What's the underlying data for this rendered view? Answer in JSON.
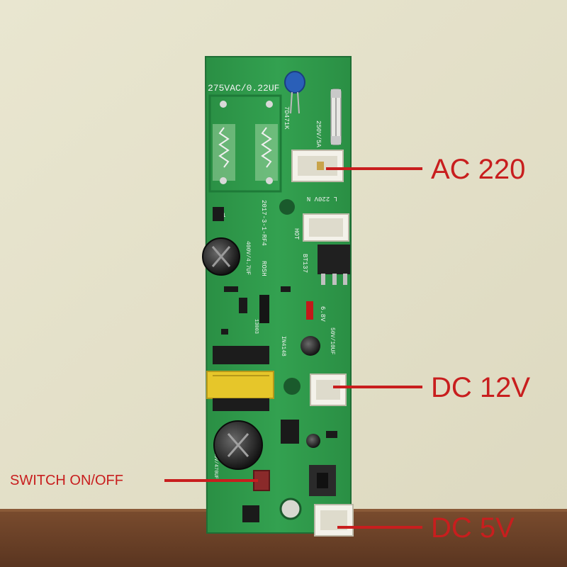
{
  "photo": {
    "callouts": {
      "ac": "AC 220",
      "dc12": "DC 12V",
      "dc5": "DC 5V",
      "switch": "SWITCH ON/OFF"
    },
    "silkscreen": {
      "capacitor_rating": "275VAC/0.22UF",
      "fuse_rating": "250V/5A",
      "varistor": "7D471K",
      "input_header": "L 220V N",
      "board_date": "2017-3-1-RF4",
      "rosh": "ROSH",
      "hot_label": "HOT",
      "triac": "BT137",
      "cap_400v": "400V/4.7UF",
      "zener": "6.8V",
      "cap_50v": "50V/10UF",
      "diode": "IN4148",
      "transistor": "13003",
      "inductor": "NV1",
      "cap_25v": "25V/470UF"
    },
    "colors": {
      "wall": "#e6e2cb",
      "pcb": "#2f9a4a",
      "callout": "#c81e1e",
      "wood": "#6b4228"
    }
  }
}
